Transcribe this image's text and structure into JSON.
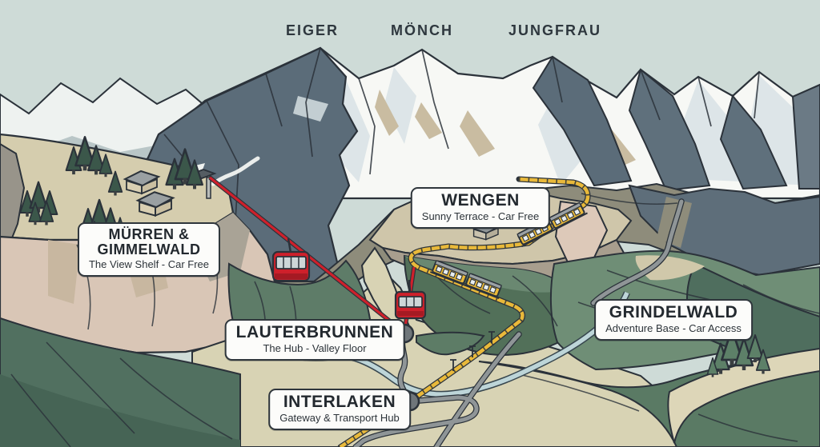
{
  "map": {
    "title": "Jungfrau region illustrated panorama map",
    "peaks": [
      {
        "name": "EIGER"
      },
      {
        "name": "MÖNCH"
      },
      {
        "name": "JUNGFRAU"
      }
    ],
    "locations": {
      "murren": {
        "title_top": "MÜRREN &",
        "title_bottom": "GIMMELWALD",
        "subtitle": "The View Shelf - Car Free"
      },
      "wengen": {
        "title": "WENGEN",
        "subtitle": "Sunny Terrace - Car Free"
      },
      "lauterbrunnen": {
        "title": "LAUTERBRUNNEN",
        "subtitle": "The Hub - Valley Floor"
      },
      "grindelwald": {
        "title": "GRINDELWALD",
        "subtitle": "Adventure Base - Car Access"
      },
      "interlaken": {
        "title": "INTERLAKEN",
        "subtitle": "Gateway & Transport Hub"
      }
    },
    "icons": {
      "cable-car-icon": "red gondola cabin hanging from red cable",
      "train-icon": "yellow cogwheel railway train with gray roof",
      "pine-tree-icon": "green triangle pine tree",
      "house-icon": "chalet with gray roof",
      "junction-node-icon": "dark gray circle transport junction",
      "waterfall-icon": "white waterfall ribbon"
    },
    "colors": {
      "sky": "#CEDBD7",
      "snow": "#F7F8F5",
      "rock_slate": "#5B6C79",
      "olive_slope": "#8E8C7B",
      "plateau_beige": "#D5CDAE",
      "cliff_pink": "#D9C6B6",
      "valley_green": "#5E7C68",
      "rail_yellow": "#E9B93A",
      "cable_red": "#CE202B",
      "road_gray": "#8F9597",
      "river_blue": "#BDD5D8",
      "label_bg": "#FCFCFA",
      "ink": "#2B323A"
    }
  }
}
